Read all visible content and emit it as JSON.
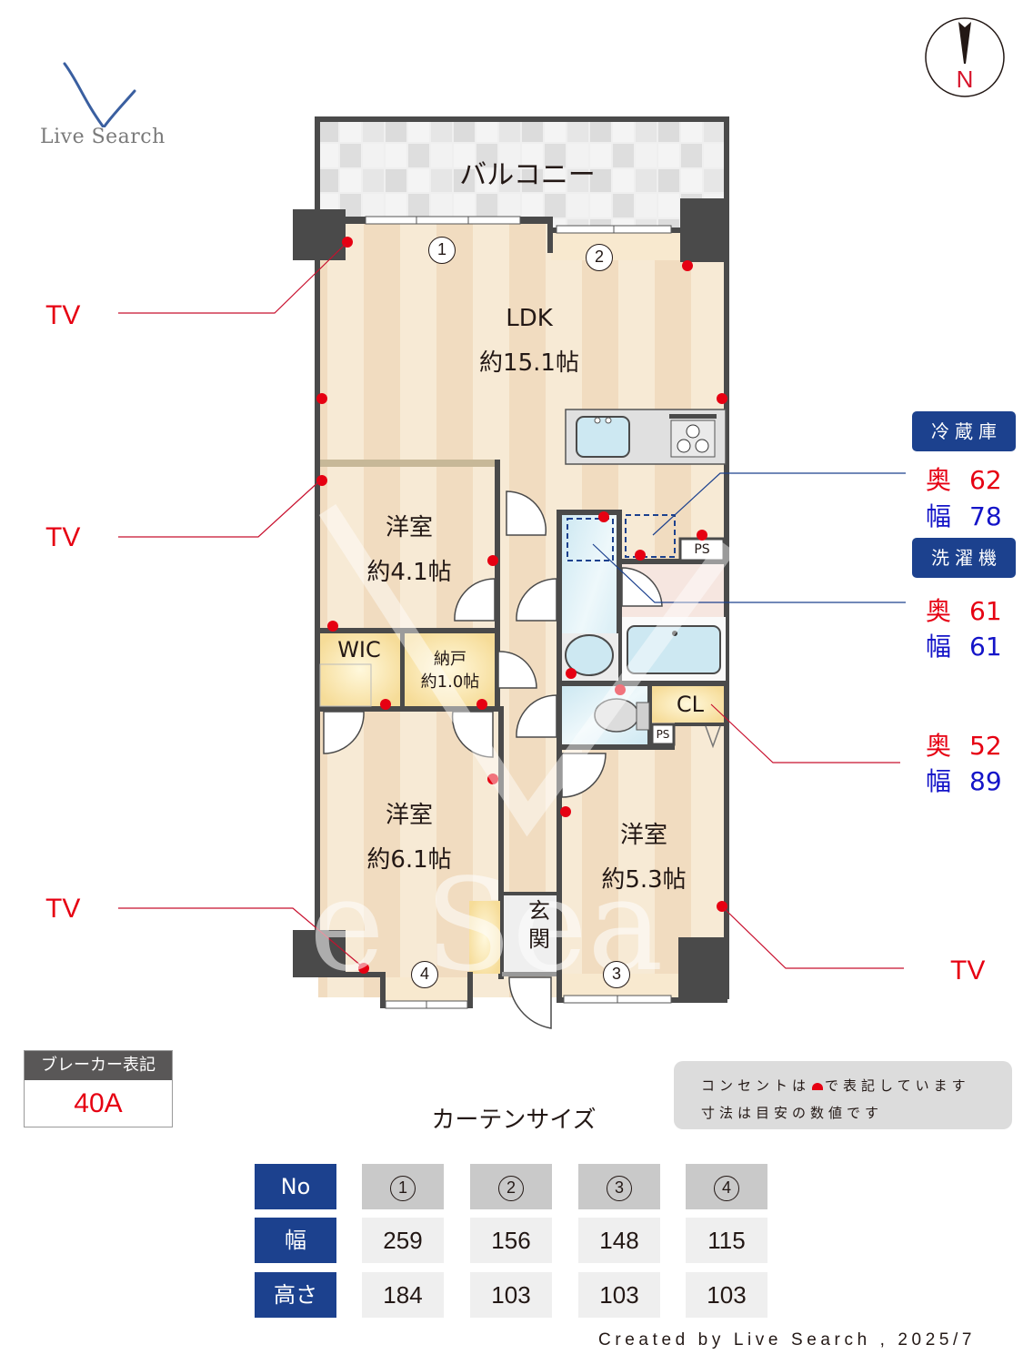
{
  "logo": {
    "text": "Live Search",
    "color": "#3a5fa0"
  },
  "compass": {
    "label": "N",
    "color": "#d7142b"
  },
  "floorplan": {
    "rooms": [
      {
        "id": "balcony",
        "name": "バルコニー",
        "size": ""
      },
      {
        "id": "ldk",
        "name": "LDK",
        "size": "約15.1帖"
      },
      {
        "id": "western1",
        "name": "洋室",
        "size": "約4.1帖"
      },
      {
        "id": "wic",
        "name": "WIC",
        "size": ""
      },
      {
        "id": "storage",
        "name": "納戸",
        "size": "約1.0帖"
      },
      {
        "id": "western2",
        "name": "洋室",
        "size": "約6.1帖"
      },
      {
        "id": "western3",
        "name": "洋室",
        "size": "約5.3帖"
      },
      {
        "id": "entrance",
        "name": "玄関",
        "size": ""
      },
      {
        "id": "closet",
        "name": "CL",
        "size": ""
      }
    ],
    "ps_labels": [
      "PS",
      "PS"
    ],
    "window_numbers": [
      "1",
      "2",
      "3",
      "4"
    ],
    "outlet_color": "#e60012"
  },
  "annotations": {
    "tv_labels": [
      "TV",
      "TV",
      "TV",
      "TV"
    ],
    "fridge": {
      "title": "冷蔵庫",
      "depth_label": "奥",
      "depth": "62",
      "width_label": "幅",
      "width": "78"
    },
    "washer": {
      "title": "洗濯機",
      "depth_label": "奥",
      "depth": "61",
      "width_label": "幅",
      "width": "61"
    },
    "closet": {
      "depth_label": "奥",
      "depth": "52",
      "width_label": "幅",
      "width": "89"
    }
  },
  "breaker": {
    "label": "ブレーカー表記",
    "value": "40A"
  },
  "note": {
    "line1_before": "コンセントは",
    "line1_after": "で表記しています",
    "line2": "寸法は目安の数値です"
  },
  "curtain": {
    "title": "カーテンサイズ",
    "row_headers": [
      "No",
      "幅",
      "高さ"
    ],
    "columns": [
      {
        "no": "1",
        "width": "259",
        "height": "184"
      },
      {
        "no": "2",
        "width": "156",
        "height": "103"
      },
      {
        "no": "3",
        "width": "148",
        "height": "103"
      },
      {
        "no": "4",
        "width": "115",
        "height": "103"
      }
    ]
  },
  "footer": {
    "credit": "Created by Live Search , 2025/7"
  }
}
